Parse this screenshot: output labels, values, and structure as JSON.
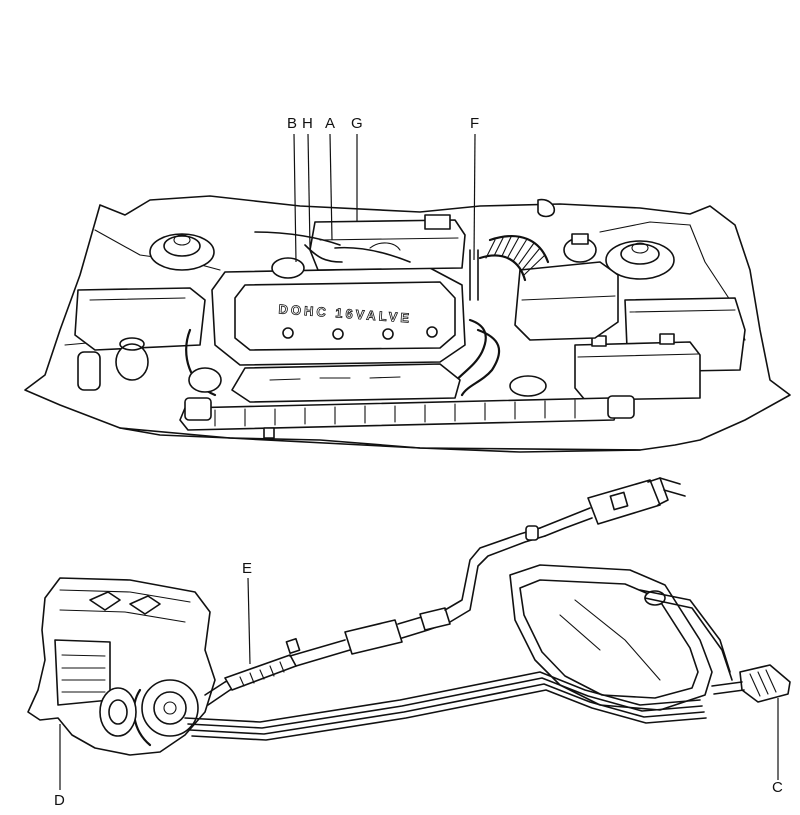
{
  "callouts": {
    "a": "A",
    "b": "B",
    "c": "C",
    "d": "D",
    "e": "E",
    "f": "F",
    "g": "G",
    "h": "H"
  },
  "engine_cover_text": "DOHC 16VALVE"
}
